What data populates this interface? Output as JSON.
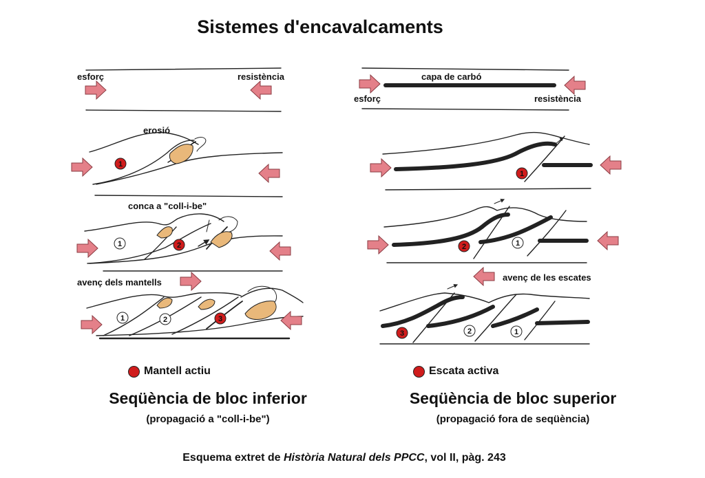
{
  "title": "Sistemes d'encavalcaments",
  "left": {
    "esforc": "esforç",
    "resistencia": "resistència",
    "erosio": "erosió",
    "conca": "conca a \"coll-i-be\"",
    "avenc": "avenç dels mantells",
    "legend": "Mantell actiu",
    "heading": "Seqüència de bloc inferior",
    "sub": "(propagació a \"coll-i-be\")"
  },
  "right": {
    "capa": "capa de carbó",
    "esforc": "esforç",
    "resistencia": "resistència",
    "avenc": "avenç de les escates",
    "legend": "Escata activa",
    "heading": "Seqüència de bloc superior",
    "sub": "(propagació fora de seqüència)"
  },
  "credit": {
    "prefix": "Esquema extret de ",
    "book": "Història Natural dels PPCC",
    "suffix": ", vol II, pàg. 243"
  },
  "colors": {
    "arrow": "#e48089",
    "sediment": "#e9b87a",
    "active": "#d01c1c",
    "line": "#222222"
  }
}
